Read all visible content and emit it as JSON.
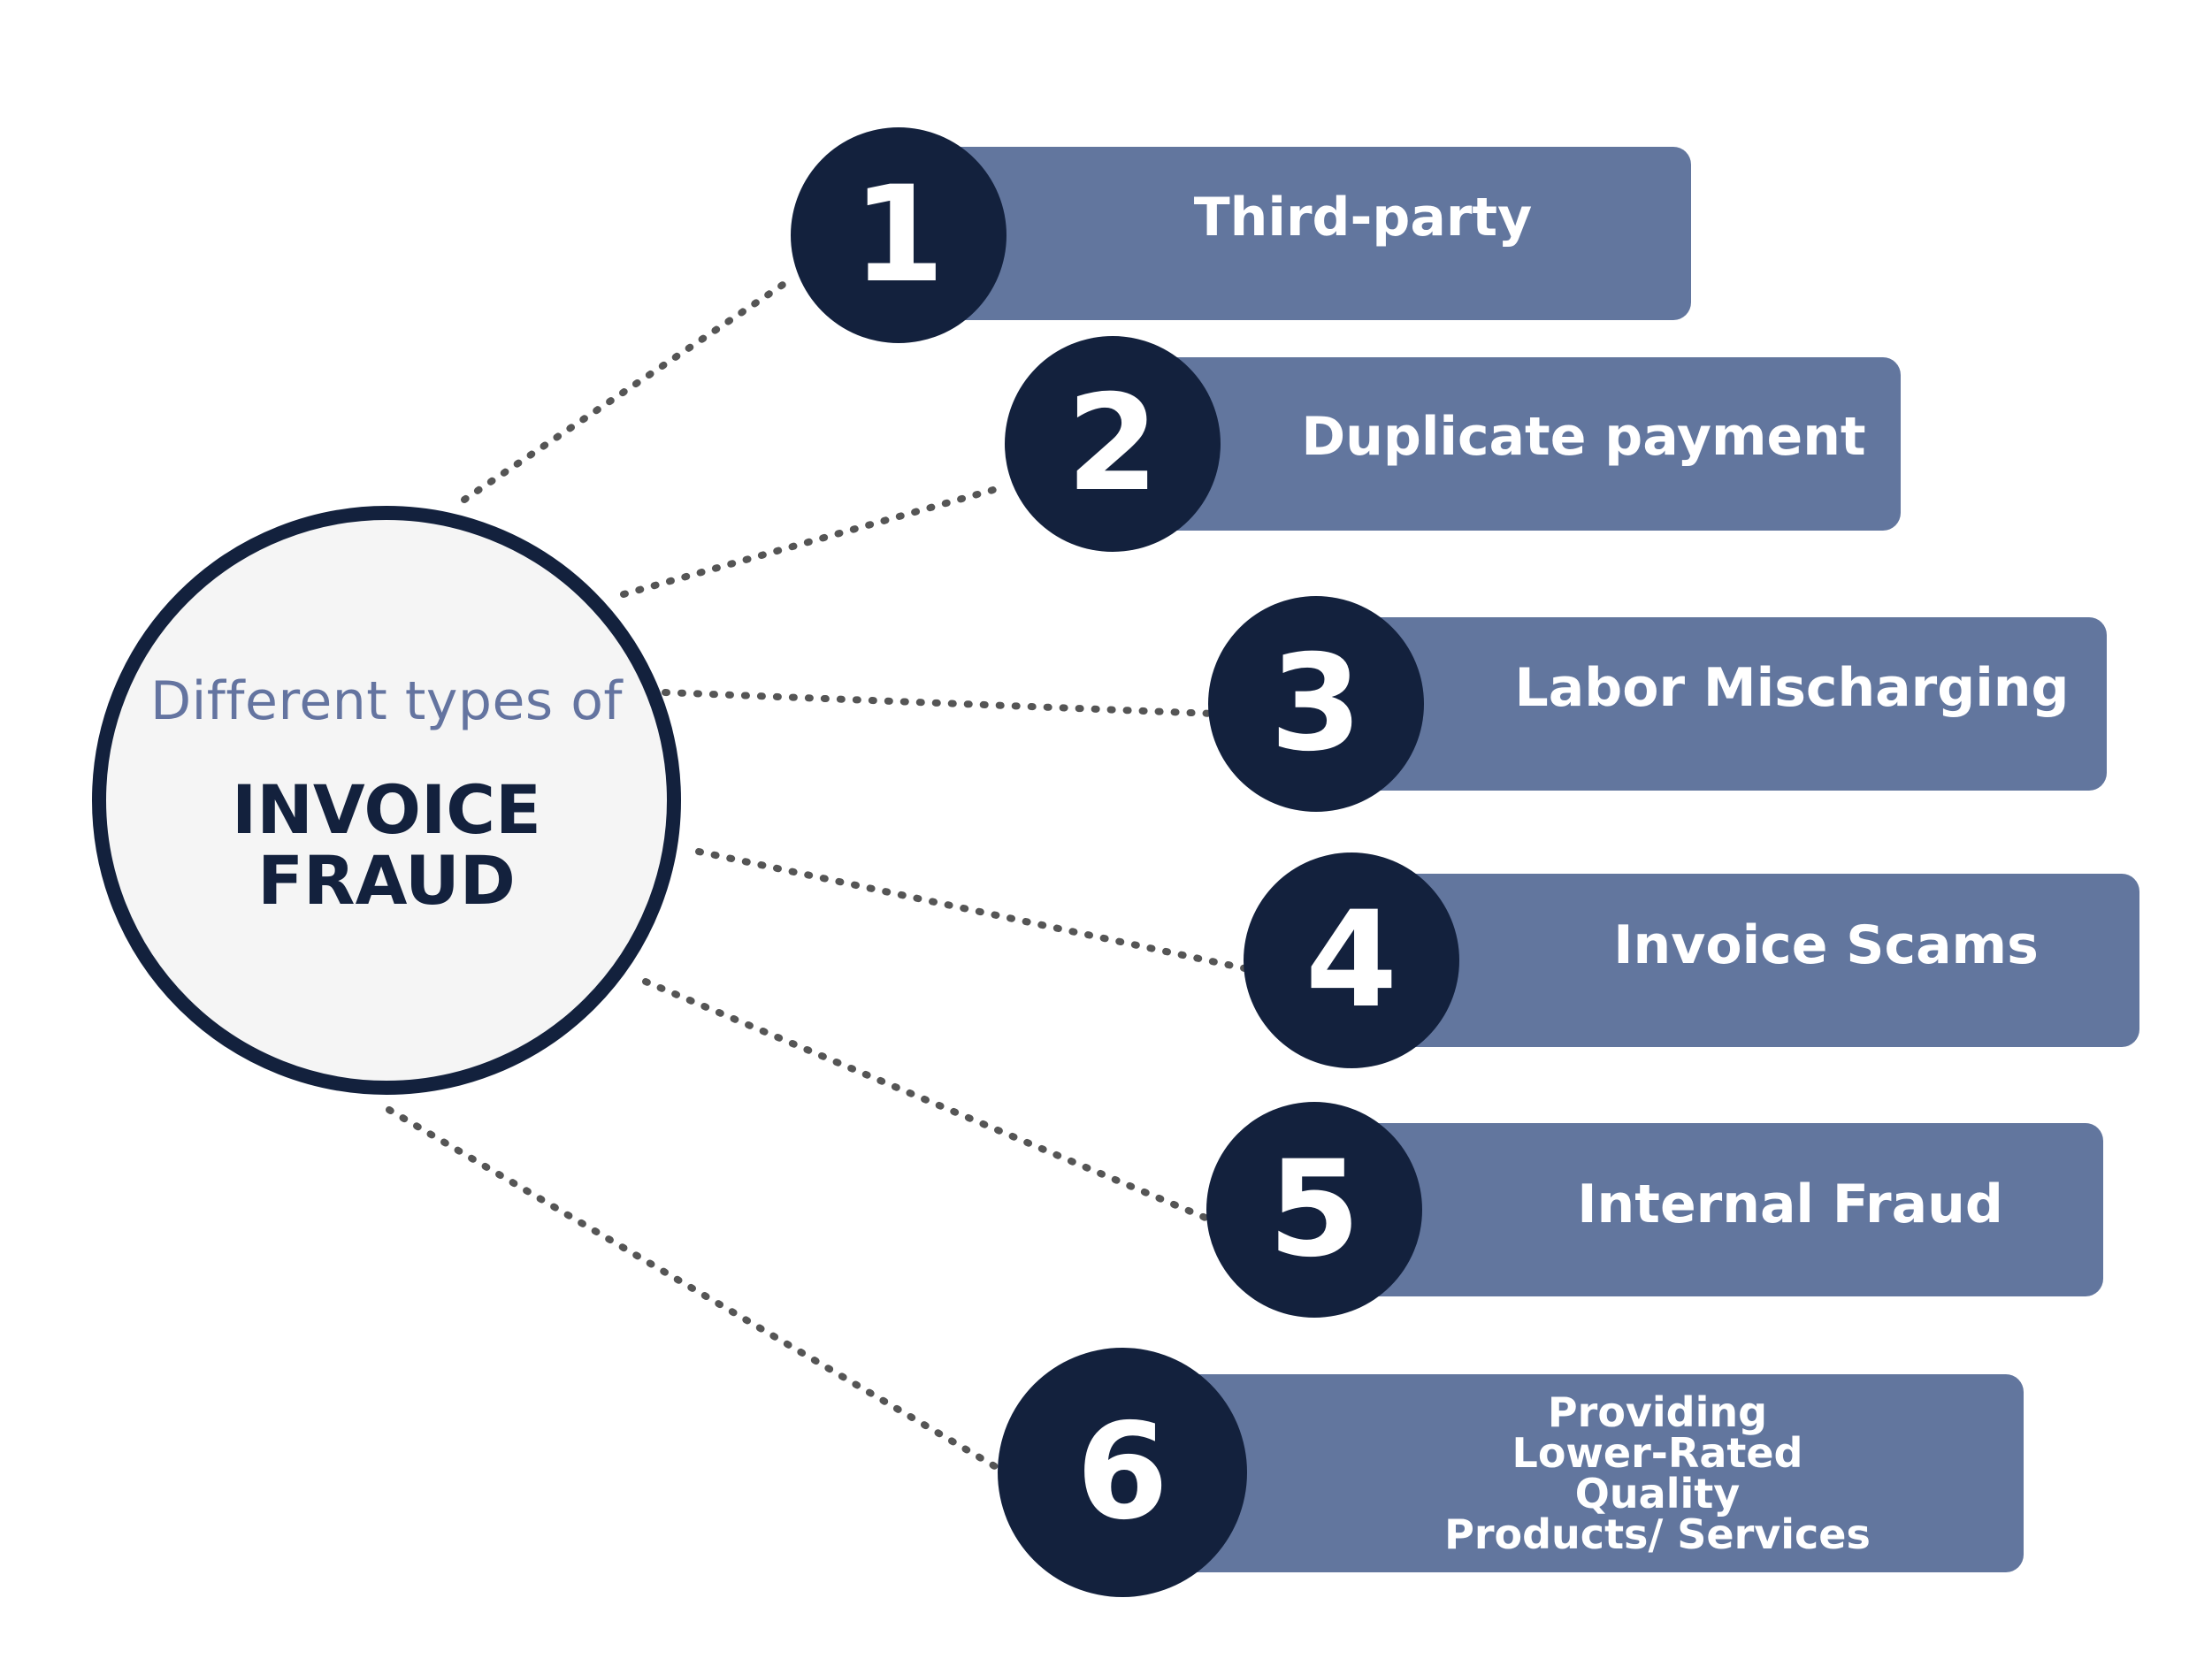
{
  "center": {
    "subtitle": "Different types of",
    "title_line1": "INVOICE",
    "title_line2": "FRAUD"
  },
  "items": [
    {
      "number": "1",
      "label": "Third-party"
    },
    {
      "number": "2",
      "label": "Duplicate payment"
    },
    {
      "number": "3",
      "label": "Labor Mischarging"
    },
    {
      "number": "4",
      "label": "Invoice Scams"
    },
    {
      "number": "5",
      "label": "Internal Fraud"
    },
    {
      "number": "6",
      "label_lines": [
        "Providing",
        "Lower-Rated",
        "Quality",
        "Products/ Services"
      ]
    }
  ],
  "colors": {
    "dark_navy": "#13213d",
    "bar_blue": "#62769e",
    "subtitle_blue": "#6474a0",
    "circle_fill": "#f5f5f5",
    "connector": "#555555"
  }
}
